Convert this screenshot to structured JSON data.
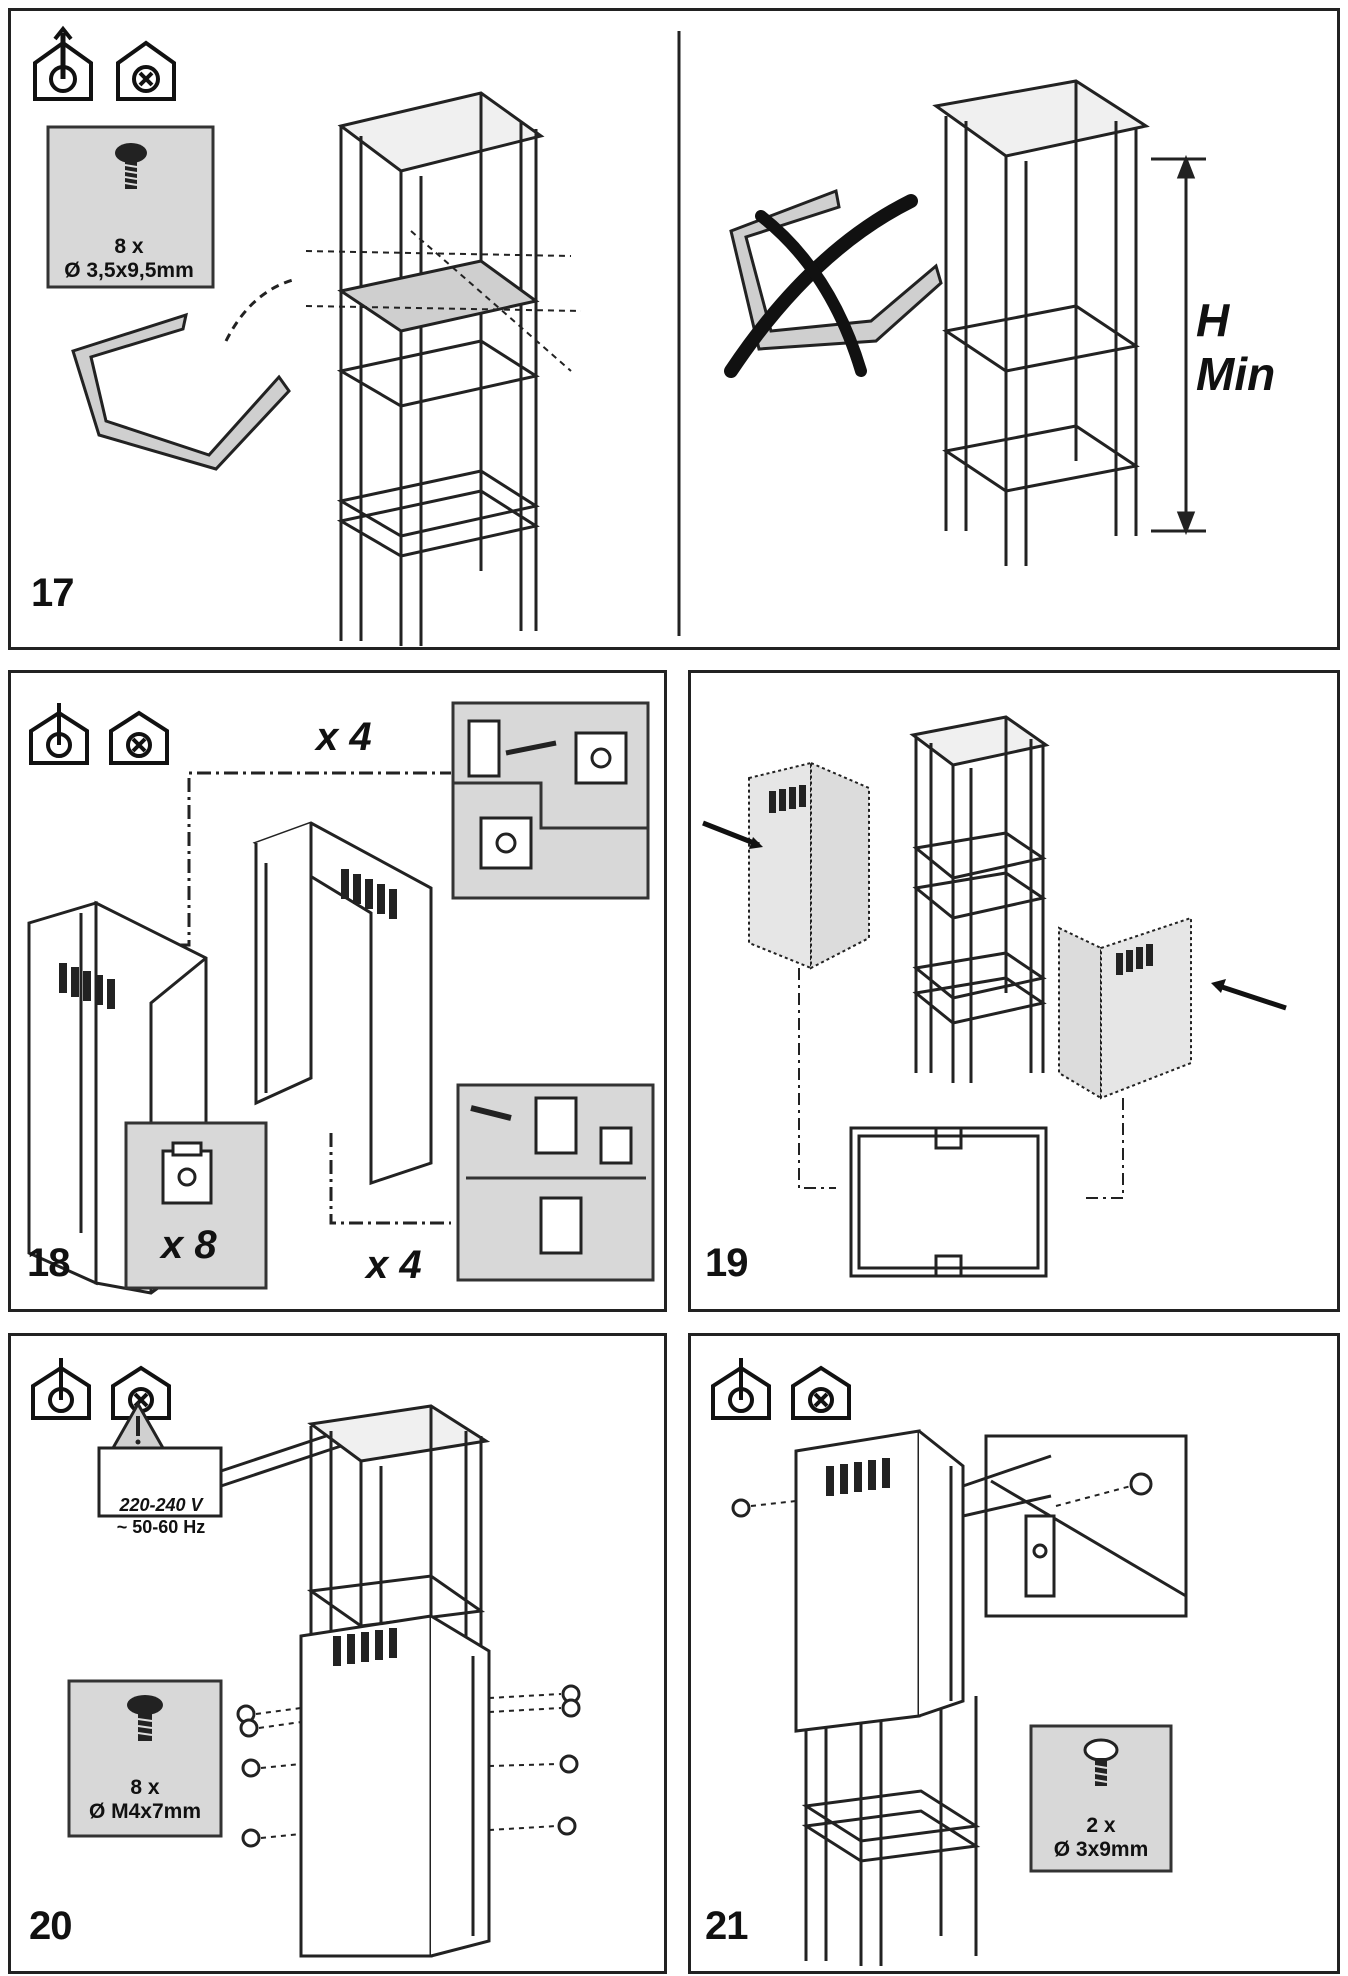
{
  "steps": [
    "17",
    "18",
    "19",
    "20",
    "21"
  ],
  "step17": {
    "screw_qty": "8 x",
    "screw_spec": "Ø 3,5x9,5mm",
    "h_label": "H",
    "min_label": "Min"
  },
  "step18": {
    "clip_qty_top": "x 4",
    "clip_qty_bottom": "x 4",
    "nut_qty": "x 8"
  },
  "step20": {
    "voltage": "220-240 V",
    "frequency": "~ 50-60 Hz",
    "screw_qty": "8 x",
    "screw_spec": "Ø M4x7mm"
  },
  "step21": {
    "screw_qty": "2 x",
    "screw_spec": "Ø 3x9mm"
  },
  "icons": [
    "ducted-version-icon",
    "recirculation-version-icon"
  ],
  "colors": {
    "panel_border": "#222222",
    "box_fill": "#d8d8d8",
    "part_fill": "#e6e6e6"
  }
}
